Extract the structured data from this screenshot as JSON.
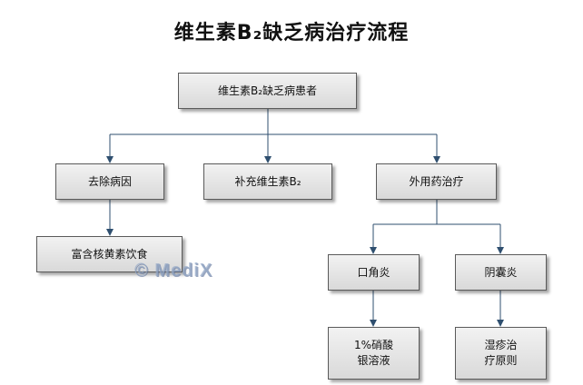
{
  "title": "维生素B₂缺乏病治疗流程",
  "nodes": {
    "root": "维生素B₂缺乏病患者",
    "remove_cause": "去除病因",
    "supplement": "补充维生素B₂",
    "topical": "外用药治疗",
    "diet": "富含核黄素饮食",
    "angular": "口角炎",
    "scrotal": "阴囊炎",
    "silver": "1%硝酸\n银溶液",
    "eczema": "湿疹治\n疗原则"
  },
  "watermark": "© MediX",
  "colors": {
    "connector": "#2f4f6f",
    "node_border": "#5a5a5a"
  }
}
